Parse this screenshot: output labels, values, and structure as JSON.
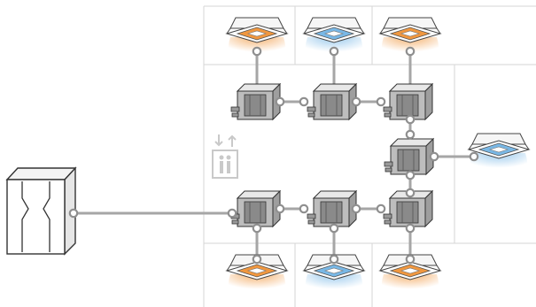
{
  "diagram": {
    "colors": {
      "heating": "#f0973f",
      "cooling": "#79b8e6",
      "pipe": "#a6a6a6",
      "room_border": "#d6d6d6",
      "unit_body": "#bdbdbd"
    },
    "outdoor_unit": {
      "icon": "outdoor-unit-icon"
    },
    "bc_controllers": [
      {
        "icon": "bc-controller-icon"
      },
      {
        "icon": "bc-controller-icon"
      },
      {
        "icon": "bc-controller-icon"
      },
      {
        "icon": "bc-controller-icon"
      },
      {
        "icon": "bc-controller-icon"
      },
      {
        "icon": "bc-controller-icon"
      },
      {
        "icon": "bc-controller-icon"
      }
    ],
    "indoor_units": [
      {
        "icon": "cassette-unit-icon",
        "mode": "heating"
      },
      {
        "icon": "cassette-unit-icon",
        "mode": "cooling"
      },
      {
        "icon": "cassette-unit-icon",
        "mode": "heating"
      },
      {
        "icon": "cassette-unit-icon",
        "mode": "cooling"
      },
      {
        "icon": "cassette-unit-icon",
        "mode": "heating"
      },
      {
        "icon": "cassette-unit-icon",
        "mode": "cooling"
      },
      {
        "icon": "cassette-unit-icon",
        "mode": "heating"
      }
    ],
    "elevator": {
      "icon": "elevator-icon"
    }
  }
}
